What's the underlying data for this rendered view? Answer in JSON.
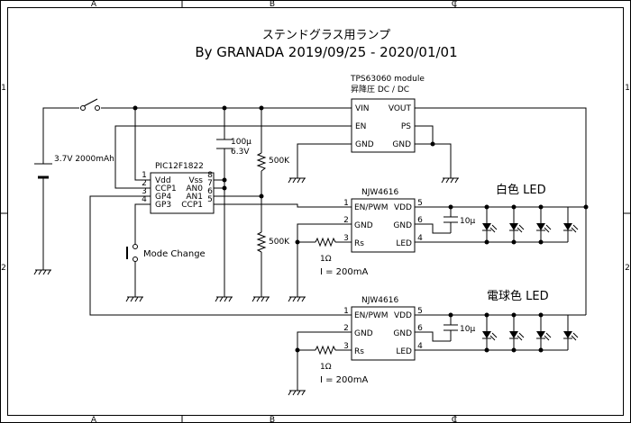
{
  "title": {
    "line1": "ステンドグラス用ランプ",
    "line2": "By GRANADA 2019/09/25 - 2020/01/01"
  },
  "frame": {
    "columns": [
      "A",
      "B",
      "C"
    ],
    "rows": [
      "1",
      "2"
    ]
  },
  "battery": {
    "label": "3.7V 2000mAh"
  },
  "mcu": {
    "name": "PIC12F1822",
    "pins_left": [
      {
        "num": "1",
        "name": "Vdd"
      },
      {
        "num": "2",
        "name": "CCP1"
      },
      {
        "num": "3",
        "name": "GP4"
      },
      {
        "num": "4",
        "name": "GP3"
      }
    ],
    "pins_right": [
      {
        "num": "8",
        "name": "Vss"
      },
      {
        "num": "7",
        "name": "AN0"
      },
      {
        "num": "6",
        "name": "AN1"
      },
      {
        "num": "5",
        "name": "CCP1"
      }
    ]
  },
  "regulator": {
    "module": "TPS63060 module",
    "subtitle": "昇降圧 DC / DC",
    "pins": {
      "vin": "VIN",
      "vout": "VOUT",
      "en": "EN",
      "ps": "PS",
      "gnd_left": "GND",
      "gnd_right": "GND"
    }
  },
  "capacitor_main": {
    "value": "100μ",
    "voltage": "6.3V"
  },
  "resistors": {
    "r_top": "500K",
    "r_bottom": "500K"
  },
  "mode_switch": {
    "label": "Mode Change"
  },
  "drivers": [
    {
      "ic": "NJW4616",
      "pins": {
        "p1": {
          "num": "1",
          "name": "EN/PWM"
        },
        "p2": {
          "num": "2",
          "name": "GND"
        },
        "p3": {
          "num": "3",
          "name": "Rs"
        },
        "p4": {
          "num": "4",
          "name": "LED"
        },
        "p5": {
          "num": "5",
          "name": "VDD"
        },
        "p6": {
          "num": "6",
          "name": "GND"
        }
      },
      "cap": "10μ",
      "rs": "1Ω",
      "current": "I = 200mA",
      "led_label": "白色 LED"
    },
    {
      "ic": "NJW4616",
      "pins": {
        "p1": {
          "num": "1",
          "name": "EN/PWM"
        },
        "p2": {
          "num": "2",
          "name": "GND"
        },
        "p3": {
          "num": "3",
          "name": "Rs"
        },
        "p4": {
          "num": "4",
          "name": "LED"
        },
        "p5": {
          "num": "5",
          "name": "VDD"
        },
        "p6": {
          "num": "6",
          "name": "GND"
        }
      },
      "cap": "10μ",
      "rs": "1Ω",
      "current": "I = 200mA",
      "led_label": "電球色 LED"
    }
  ]
}
